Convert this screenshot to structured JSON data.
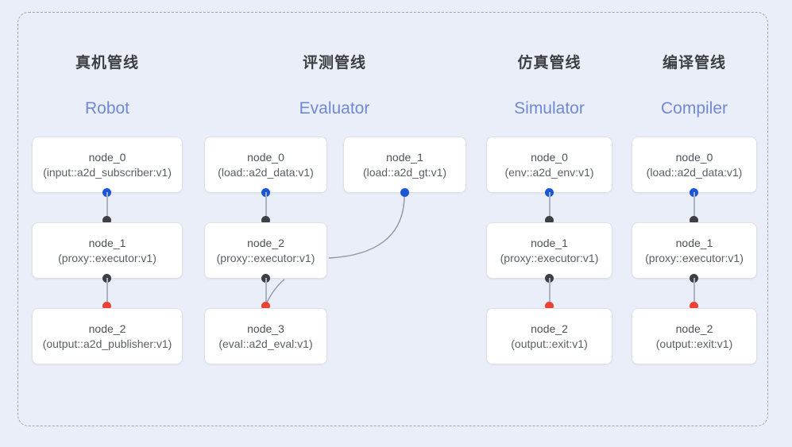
{
  "diagram": {
    "background_color": "#e9eef8",
    "frame_style": "dashed",
    "accent_color": "#7089d4",
    "port_colors": {
      "output": "#1a56d6",
      "input": "#3c4043",
      "terminal": "#ea4335"
    }
  },
  "columns": [
    {
      "title": "真机管线",
      "subtitle": "Robot",
      "nodes": [
        {
          "name": "node_0",
          "type": "(input::a2d_subscriber:v1)"
        },
        {
          "name": "node_1",
          "type": "(proxy::executor:v1)"
        },
        {
          "name": "node_2",
          "type": "(output::a2d_publisher:v1)"
        }
      ]
    },
    {
      "title": "评测管线",
      "subtitle": "Evaluator",
      "nodes": [
        {
          "name": "node_0",
          "type": "(load::a2d_data:v1)"
        },
        {
          "name": "node_1",
          "type": "(load::a2d_gt:v1)"
        },
        {
          "name": "node_2",
          "type": "(proxy::executor:v1)"
        },
        {
          "name": "node_3",
          "type": "(eval::a2d_eval:v1)"
        }
      ]
    },
    {
      "title": "仿真管线",
      "subtitle": "Simulator",
      "nodes": [
        {
          "name": "node_0",
          "type": "(env::a2d_env:v1)"
        },
        {
          "name": "node_1",
          "type": "(proxy::executor:v1)"
        },
        {
          "name": "node_2",
          "type": "(output::exit:v1)"
        }
      ]
    },
    {
      "title": "编译管线",
      "subtitle": "Compiler",
      "nodes": [
        {
          "name": "node_0",
          "type": "(load::a2d_data:v1)"
        },
        {
          "name": "node_1",
          "type": "(proxy::executor:v1)"
        },
        {
          "name": "node_2",
          "type": "(output::exit:v1)"
        }
      ]
    }
  ]
}
